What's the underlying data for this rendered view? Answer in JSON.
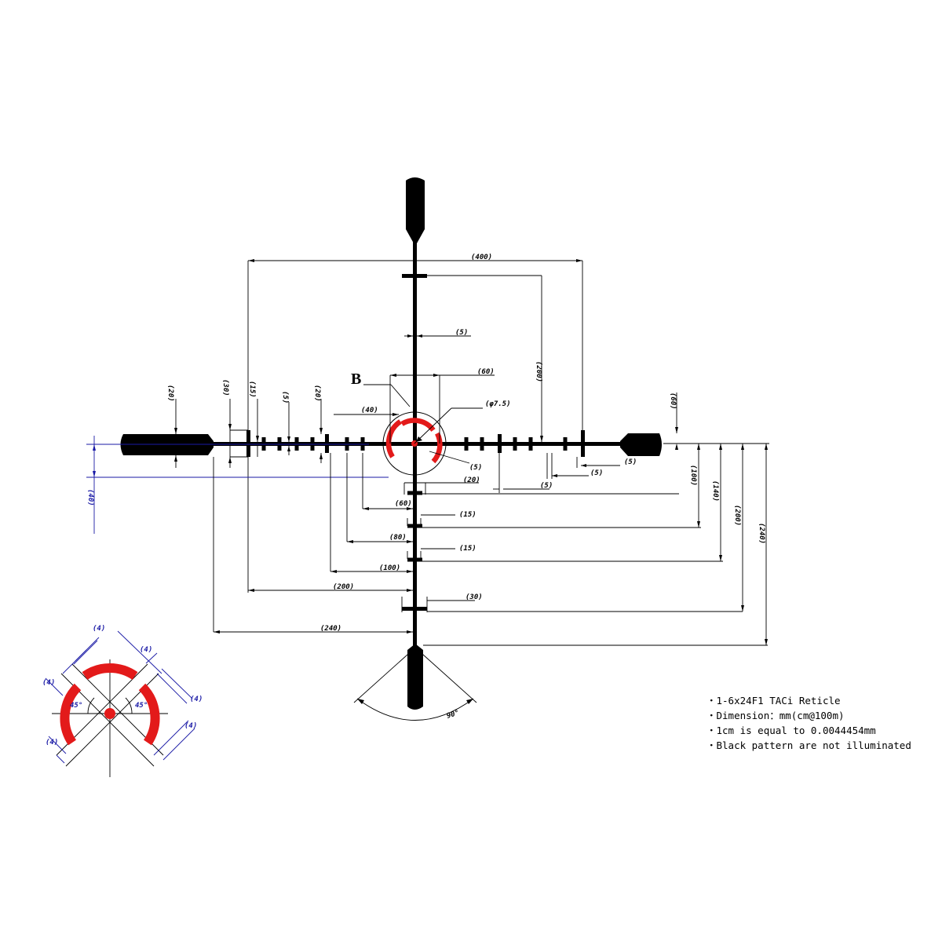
{
  "detail_label": "B",
  "notes": [
    "・1-6x24F1  TACi Reticle",
    "・Dimension：mm(cm@100m)",
    "・1cm is equal to 0.0044454mm",
    "・Black pattern are not illuminated"
  ],
  "dims": {
    "d400": "(400)",
    "d200_right_vert": "(200)",
    "d5_upper": "(5)",
    "d60_top": "(60)",
    "phi": "(φ7.5)",
    "d40_left": "(40)",
    "d5_center": "(5)",
    "d20_left_bar": "(20)",
    "d30_left": "(30)",
    "d15_left": "(15)",
    "d5_left": "(5)",
    "d20_left2": "(20)",
    "d60_right": "(60)",
    "d20_below": "(20)",
    "d5_r1": "(5)",
    "d5_r2": "(5)",
    "d5_r3": "(5)",
    "d60_below": "(60)",
    "d15_a": "(15)",
    "d80_below": "(80)",
    "d15_b": "(15)",
    "d100_below": "(100)",
    "d200_below": "(200)",
    "d30_below": "(30)",
    "d240_below": "(240)",
    "d100_right": "(100)",
    "d140_right": "(140)",
    "d200_right": "(200)",
    "d240_right": "(240)",
    "d40_blue": "(40)",
    "angle_90": "90°"
  },
  "detail_dims": {
    "w_top": "(4)",
    "w_topright": "(4)",
    "w_left": "(4)",
    "w_right": "(4)",
    "w_bl": "(4)",
    "w_br": "(4)",
    "angle_left": "45°",
    "angle_right": "45°"
  },
  "colors": {
    "reticle": "#000000",
    "illuminated": "#e31a1a",
    "dimension_blue": "#1a1aa6"
  }
}
